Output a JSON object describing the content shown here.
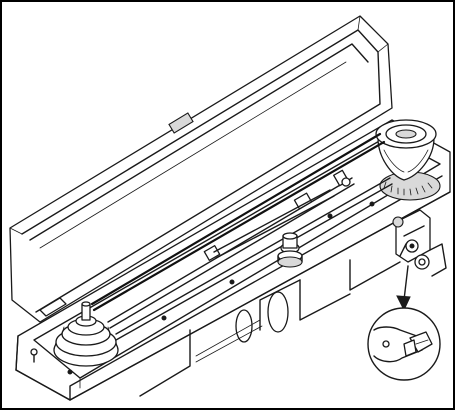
{
  "illustration": {
    "kind": "technical line drawing",
    "parts": [
      "cover-lid",
      "machine-bed",
      "lower-drive-pulley",
      "upper-handwheel-pulley",
      "drive-belt",
      "drive-shaft",
      "bobbin-winder",
      "thread-guide",
      "tension-bracket",
      "magnified-detail-inset"
    ]
  },
  "colors": {
    "line": "#1a1a1a",
    "background": "#ffffff",
    "frame": "#000000"
  }
}
